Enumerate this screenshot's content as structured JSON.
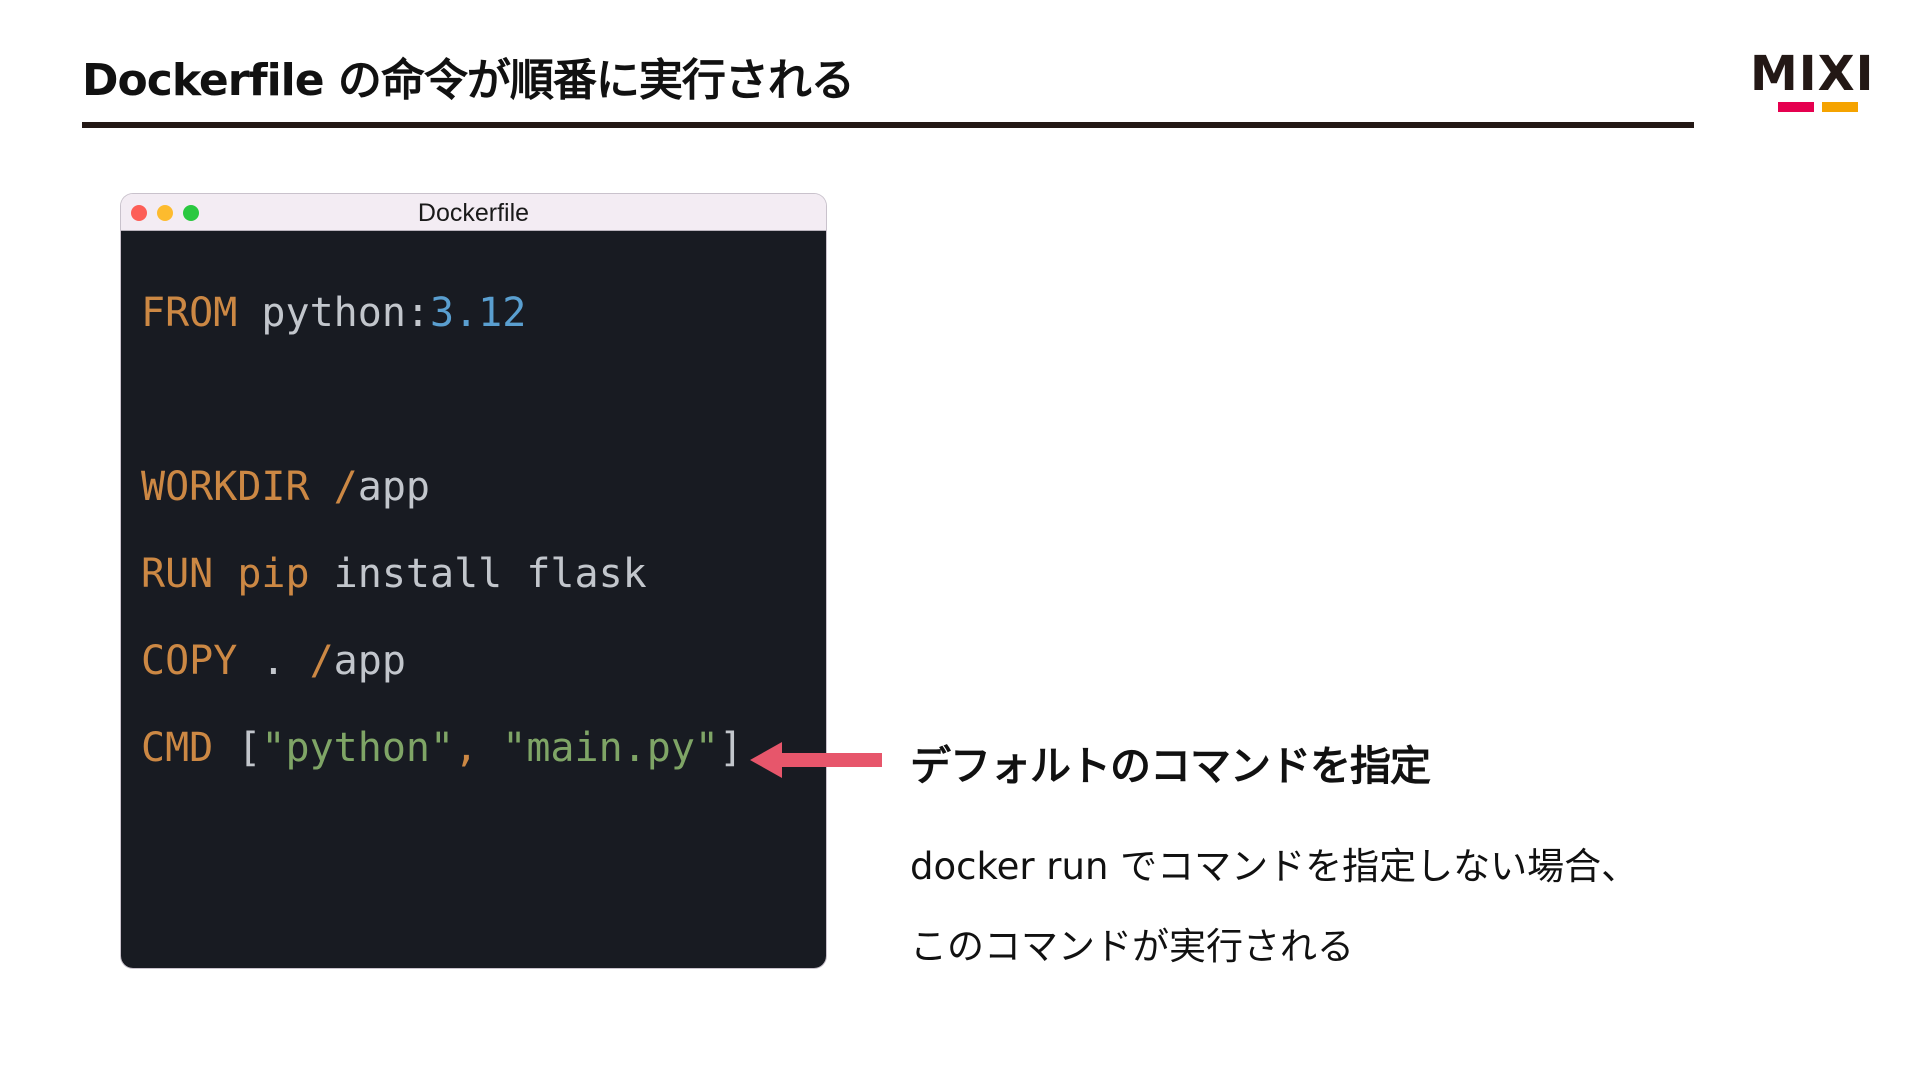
{
  "slide": {
    "title": "Dockerfile の命令が順番に実行される",
    "logo_text": "MIXI",
    "colors": {
      "title_rule": "#231815",
      "logo_red": "#e5004f",
      "logo_yellow": "#f5a300",
      "arrow": "#e7566b"
    }
  },
  "window": {
    "title": "Dockerfile",
    "colors": {
      "titlebar_bg": "#f3ecf3",
      "editor_bg": "#181b22",
      "close": "#fd5e57",
      "minimize": "#fdbb2e",
      "maximize": "#2ac840",
      "keyword": "#cc8844",
      "plain": "#c2c6cc",
      "number": "#5a9fd0",
      "string": "#7fa566"
    },
    "code_lines": [
      {
        "tokens": [
          {
            "text": "FROM",
            "kind": "keyword"
          },
          {
            "text": " python:",
            "kind": "plain"
          },
          {
            "text": "3.12",
            "kind": "number"
          }
        ]
      },
      {
        "tokens": [
          {
            "text": "WORKDIR",
            "kind": "keyword"
          },
          {
            "text": " ",
            "kind": "plain"
          },
          {
            "text": "/",
            "kind": "keyword"
          },
          {
            "text": "app",
            "kind": "plain"
          }
        ]
      },
      {
        "tokens": [
          {
            "text": "RUN",
            "kind": "keyword"
          },
          {
            "text": " ",
            "kind": "plain"
          },
          {
            "text": "pip",
            "kind": "keyword"
          },
          {
            "text": " install flask",
            "kind": "plain"
          }
        ]
      },
      {
        "tokens": [
          {
            "text": "COPY",
            "kind": "keyword"
          },
          {
            "text": " . ",
            "kind": "plain"
          },
          {
            "text": "/",
            "kind": "keyword"
          },
          {
            "text": "app",
            "kind": "plain"
          }
        ]
      },
      {
        "tokens": [
          {
            "text": "CMD",
            "kind": "keyword"
          },
          {
            "text": " [",
            "kind": "plain"
          },
          {
            "text": "\"python\"",
            "kind": "string"
          },
          {
            "text": ", ",
            "kind": "keyword"
          },
          {
            "text": "\"main.py\"",
            "kind": "string"
          },
          {
            "text": "]",
            "kind": "plain"
          }
        ]
      }
    ]
  },
  "callout": {
    "heading": "デフォルトのコマンドを指定",
    "body_line1": "docker run でコマンドを指定しない場合、",
    "body_line2": "このコマンドが実行される"
  }
}
